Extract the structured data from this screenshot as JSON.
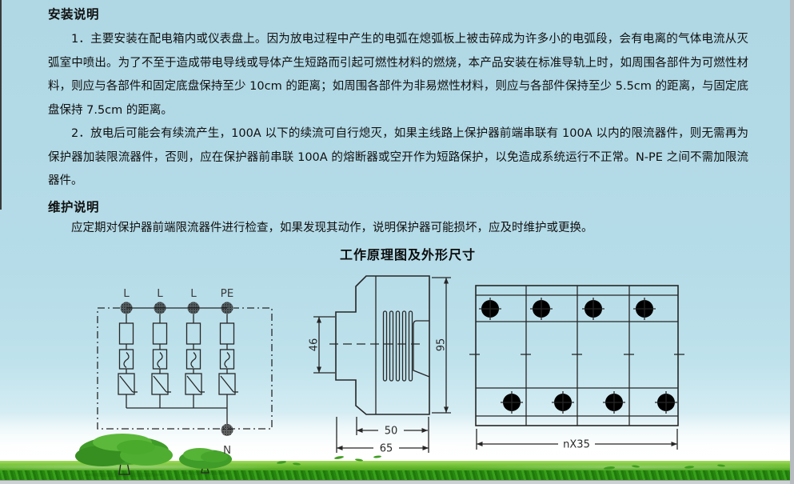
{
  "document": {
    "install": {
      "heading": "安装说明",
      "para1": "1．主要安装在配电箱内或仪表盘上。因为放电过程中产生的电弧在熄弧板上被击碎成为许多小的电弧段，会有电离的气体电流从灭弧室中喷出。为了不至于造成带电导线或导体产生短路而引起可燃性材料的燃烧，本产品安装在标准导轨上时，如周围各部件为可燃性材料，则应与各部件和固定底盘保持至少 10cm 的距离；如周围各部件为非易燃性材料，则应与各部件保持至少 5.5cm 的距离，与固定底盘保持 7.5cm 的距离。",
      "para2": "2．放电后可能会有续流产生，100A 以下的续流可自行熄灭，如果主线路上保护器前端串联有 100A 以内的限流器件，则无需再为保护器加装限流器件，否则，应在保护器前串联 100A 的熔断器或空开作为短路保护，以免造成系统运行不正常。N-PE 之间不需加限流器件。"
    },
    "maintain": {
      "heading": "维护说明",
      "para": "应定期对保护器前端限流器件进行检查，如果发现其动作，说明保护器可能损坏，应及时维护或更换。"
    },
    "figure": {
      "title": "工作原理图及外形尺寸",
      "circuit": {
        "line_labels": [
          "L",
          "L",
          "L",
          "PE"
        ],
        "neutral_label": "N"
      },
      "side_view": {
        "dim_inner_height": "46",
        "dim_height": "95",
        "dim_body_width": "50",
        "dim_total_width": "65"
      },
      "front_view": {
        "dim_module_width": "nX35"
      }
    }
  },
  "colors": {
    "sky": "#b4dbe7",
    "grass_green": "#46a11b",
    "horizon_white": "#ffffff",
    "drawing_ink": "#262626"
  }
}
